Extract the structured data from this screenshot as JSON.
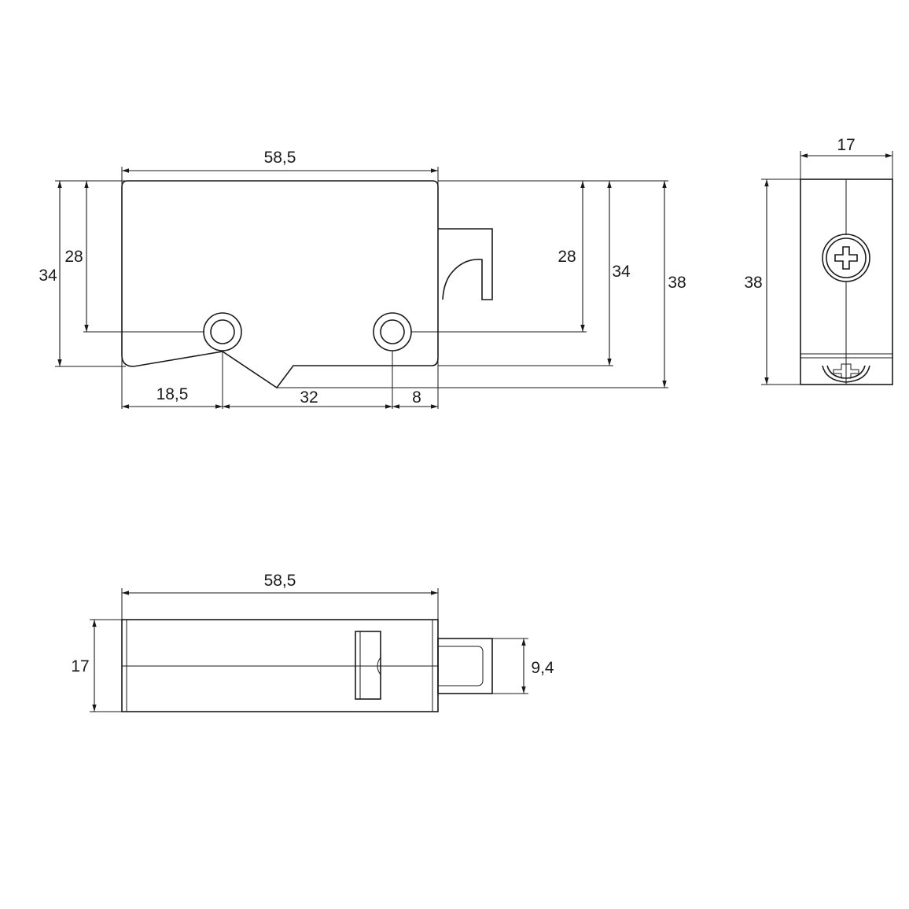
{
  "front_view": {
    "dim_width": "58,5",
    "dim_left_outer_height": "34",
    "dim_left_inner_height": "28",
    "dim_right_inner_height": "28",
    "dim_right_mid_height": "34",
    "dim_right_overall_height": "38",
    "dim_hole_offset": "18,5",
    "dim_hole_spacing": "32",
    "dim_right_margin": "8"
  },
  "side_view": {
    "dim_width": "17",
    "dim_height": "38"
  },
  "bottom_view": {
    "dim_width": "58,5",
    "dim_height": "17",
    "dim_tab_height": "9,4"
  }
}
